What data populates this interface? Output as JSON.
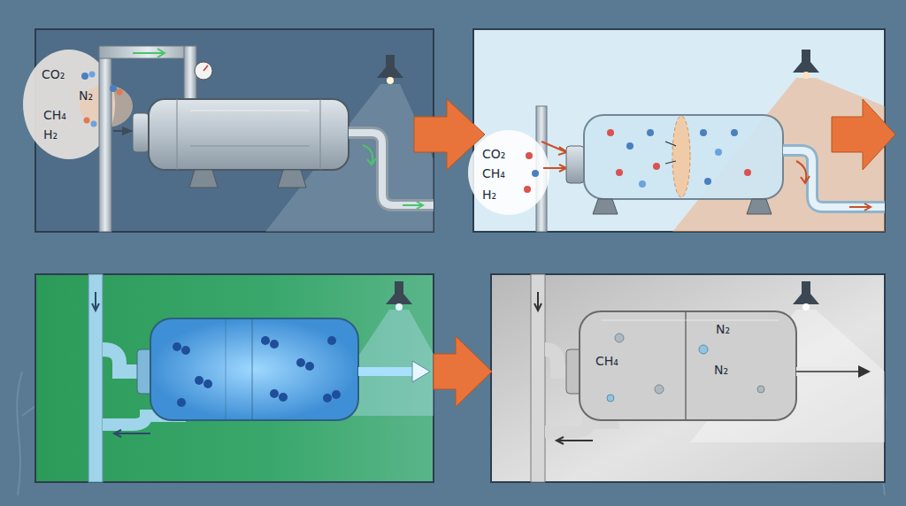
{
  "diagram": {
    "labels": [
      "CO₂",
      "N₂",
      "CH₄",
      "H₂",
      "CO₂",
      "CH₄",
      "H₂",
      "N₂",
      "CH₄",
      "N₂"
    ]
  }
}
